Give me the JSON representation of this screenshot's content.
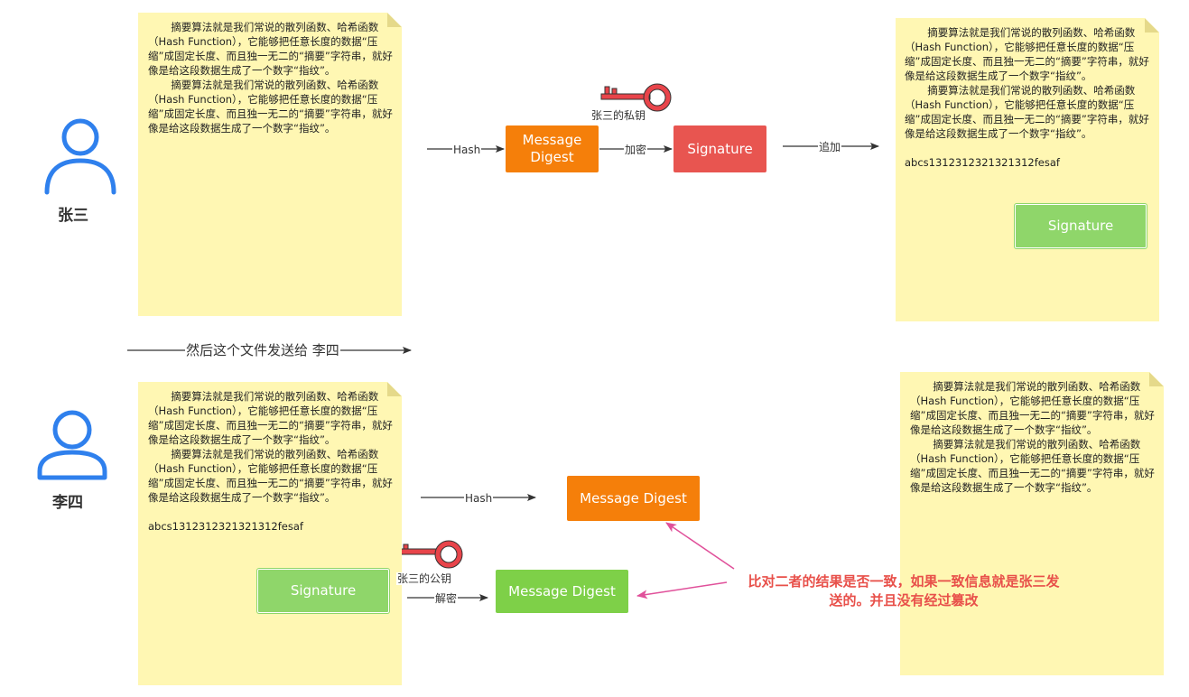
{
  "document": {
    "para1": "摘要算法就是我们常说的散列函数、哈希函数（Hash Function），它能够把任意长度的数据“压缩”成固定长度、而且独一无二的“摘要”字符串，就好像是给这段数据生成了一个数字“指纹”。",
    "para2": "摘要算法就是我们常说的散列函数、哈希函数（Hash Function），它能够把任意长度的数据“压缩”成固定长度、而且独一无二的“摘要”字符串，就好像是给这段数据生成了一个数字“指纹”。",
    "signature_text": "abcs1312312321321312fesaf"
  },
  "people": {
    "sender": "张三",
    "receiver": "李四"
  },
  "boxes": {
    "message_digest_two_line": "Message Digest",
    "message_digest": "Message Digest",
    "signature": "Signature"
  },
  "labels": {
    "hash": "Hash",
    "encrypt": "加密",
    "append": "追加",
    "private_key": "张三的私钥",
    "public_key": "张三的公钥",
    "decrypt": "解密",
    "send": "然后这个文件发送给 李四",
    "compare": "比对二者的结果是否一致，如果一致信息就是张三发送的。并且没有经过篡改"
  },
  "colors": {
    "person": "#2f80ed",
    "note": "#fff7b3",
    "orange": "#f57f0a",
    "red": "#e85550",
    "green": "#8fd66a",
    "key": "#e8444a",
    "callout_arrow": "#e0509a",
    "callout_text": "#e8504a"
  },
  "icons": {
    "person": "user-icon",
    "key": "key-icon"
  }
}
